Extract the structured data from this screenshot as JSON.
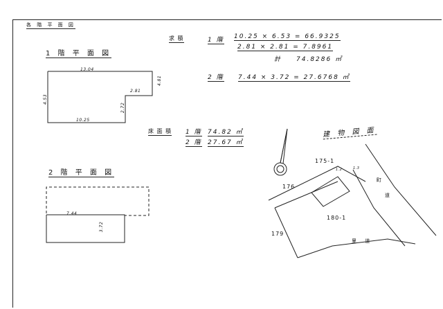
{
  "sheet": {
    "title": "各 階 平 面 図"
  },
  "plans": {
    "floor1": {
      "label": "1 階 平 面 図",
      "top_dim": "13.04",
      "bottom_dim": "10.25",
      "left_dim": "4.53",
      "right_dim": "4.81",
      "step_w": "2.81",
      "step_h": "2.72"
    },
    "floor2": {
      "label": "2 階 平 面 図",
      "width_dim": "7.44",
      "height_dim": "3.72"
    }
  },
  "area_calc": {
    "label": "求 積",
    "floor1_label": "1 階",
    "floor1_eq1": "10.25 × 6.53 = 66.9325",
    "floor1_eq2": "2.81 × 2.81 = 7.8961",
    "sum_label": "計",
    "sum_value": "74.8286 ㎡",
    "floor2_label": "2 階",
    "floor2_eq": "7.44 × 3.72 = 27.6768 ㎡"
  },
  "floor_area": {
    "label": "床 面 積",
    "floor1_label": "1 階",
    "floor1_value": "74.82 ㎡",
    "floor2_label": "2 階",
    "floor2_value": "27.67 ㎡"
  },
  "site": {
    "title": "建 物 図 面",
    "lots": [
      "175-1",
      "176",
      "180-1",
      "179"
    ],
    "road_labels": [
      "町",
      "道"
    ],
    "lower_label": "里 道",
    "offsets": [
      "1.2",
      "1.3"
    ]
  }
}
